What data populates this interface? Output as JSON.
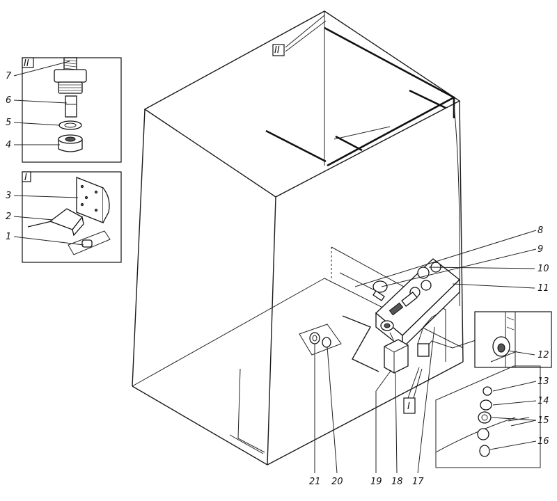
{
  "callouts": {
    "c1": "1",
    "c2": "2",
    "c3": "3",
    "c4": "4",
    "c5": "5",
    "c6": "6",
    "c7": "7",
    "c8": "8",
    "c9": "9",
    "c10": "10",
    "c11": "11",
    "c12": "12",
    "c13": "13",
    "c14": "14",
    "c15": "15",
    "c16": "16",
    "c17": "17",
    "c18": "18",
    "c19": "19",
    "c20": "20",
    "c21": "21"
  },
  "detail_tags": {
    "inset_top": "II",
    "inset_mid": "I",
    "cabinet_top": "II",
    "cabinet_bottom": "I"
  }
}
